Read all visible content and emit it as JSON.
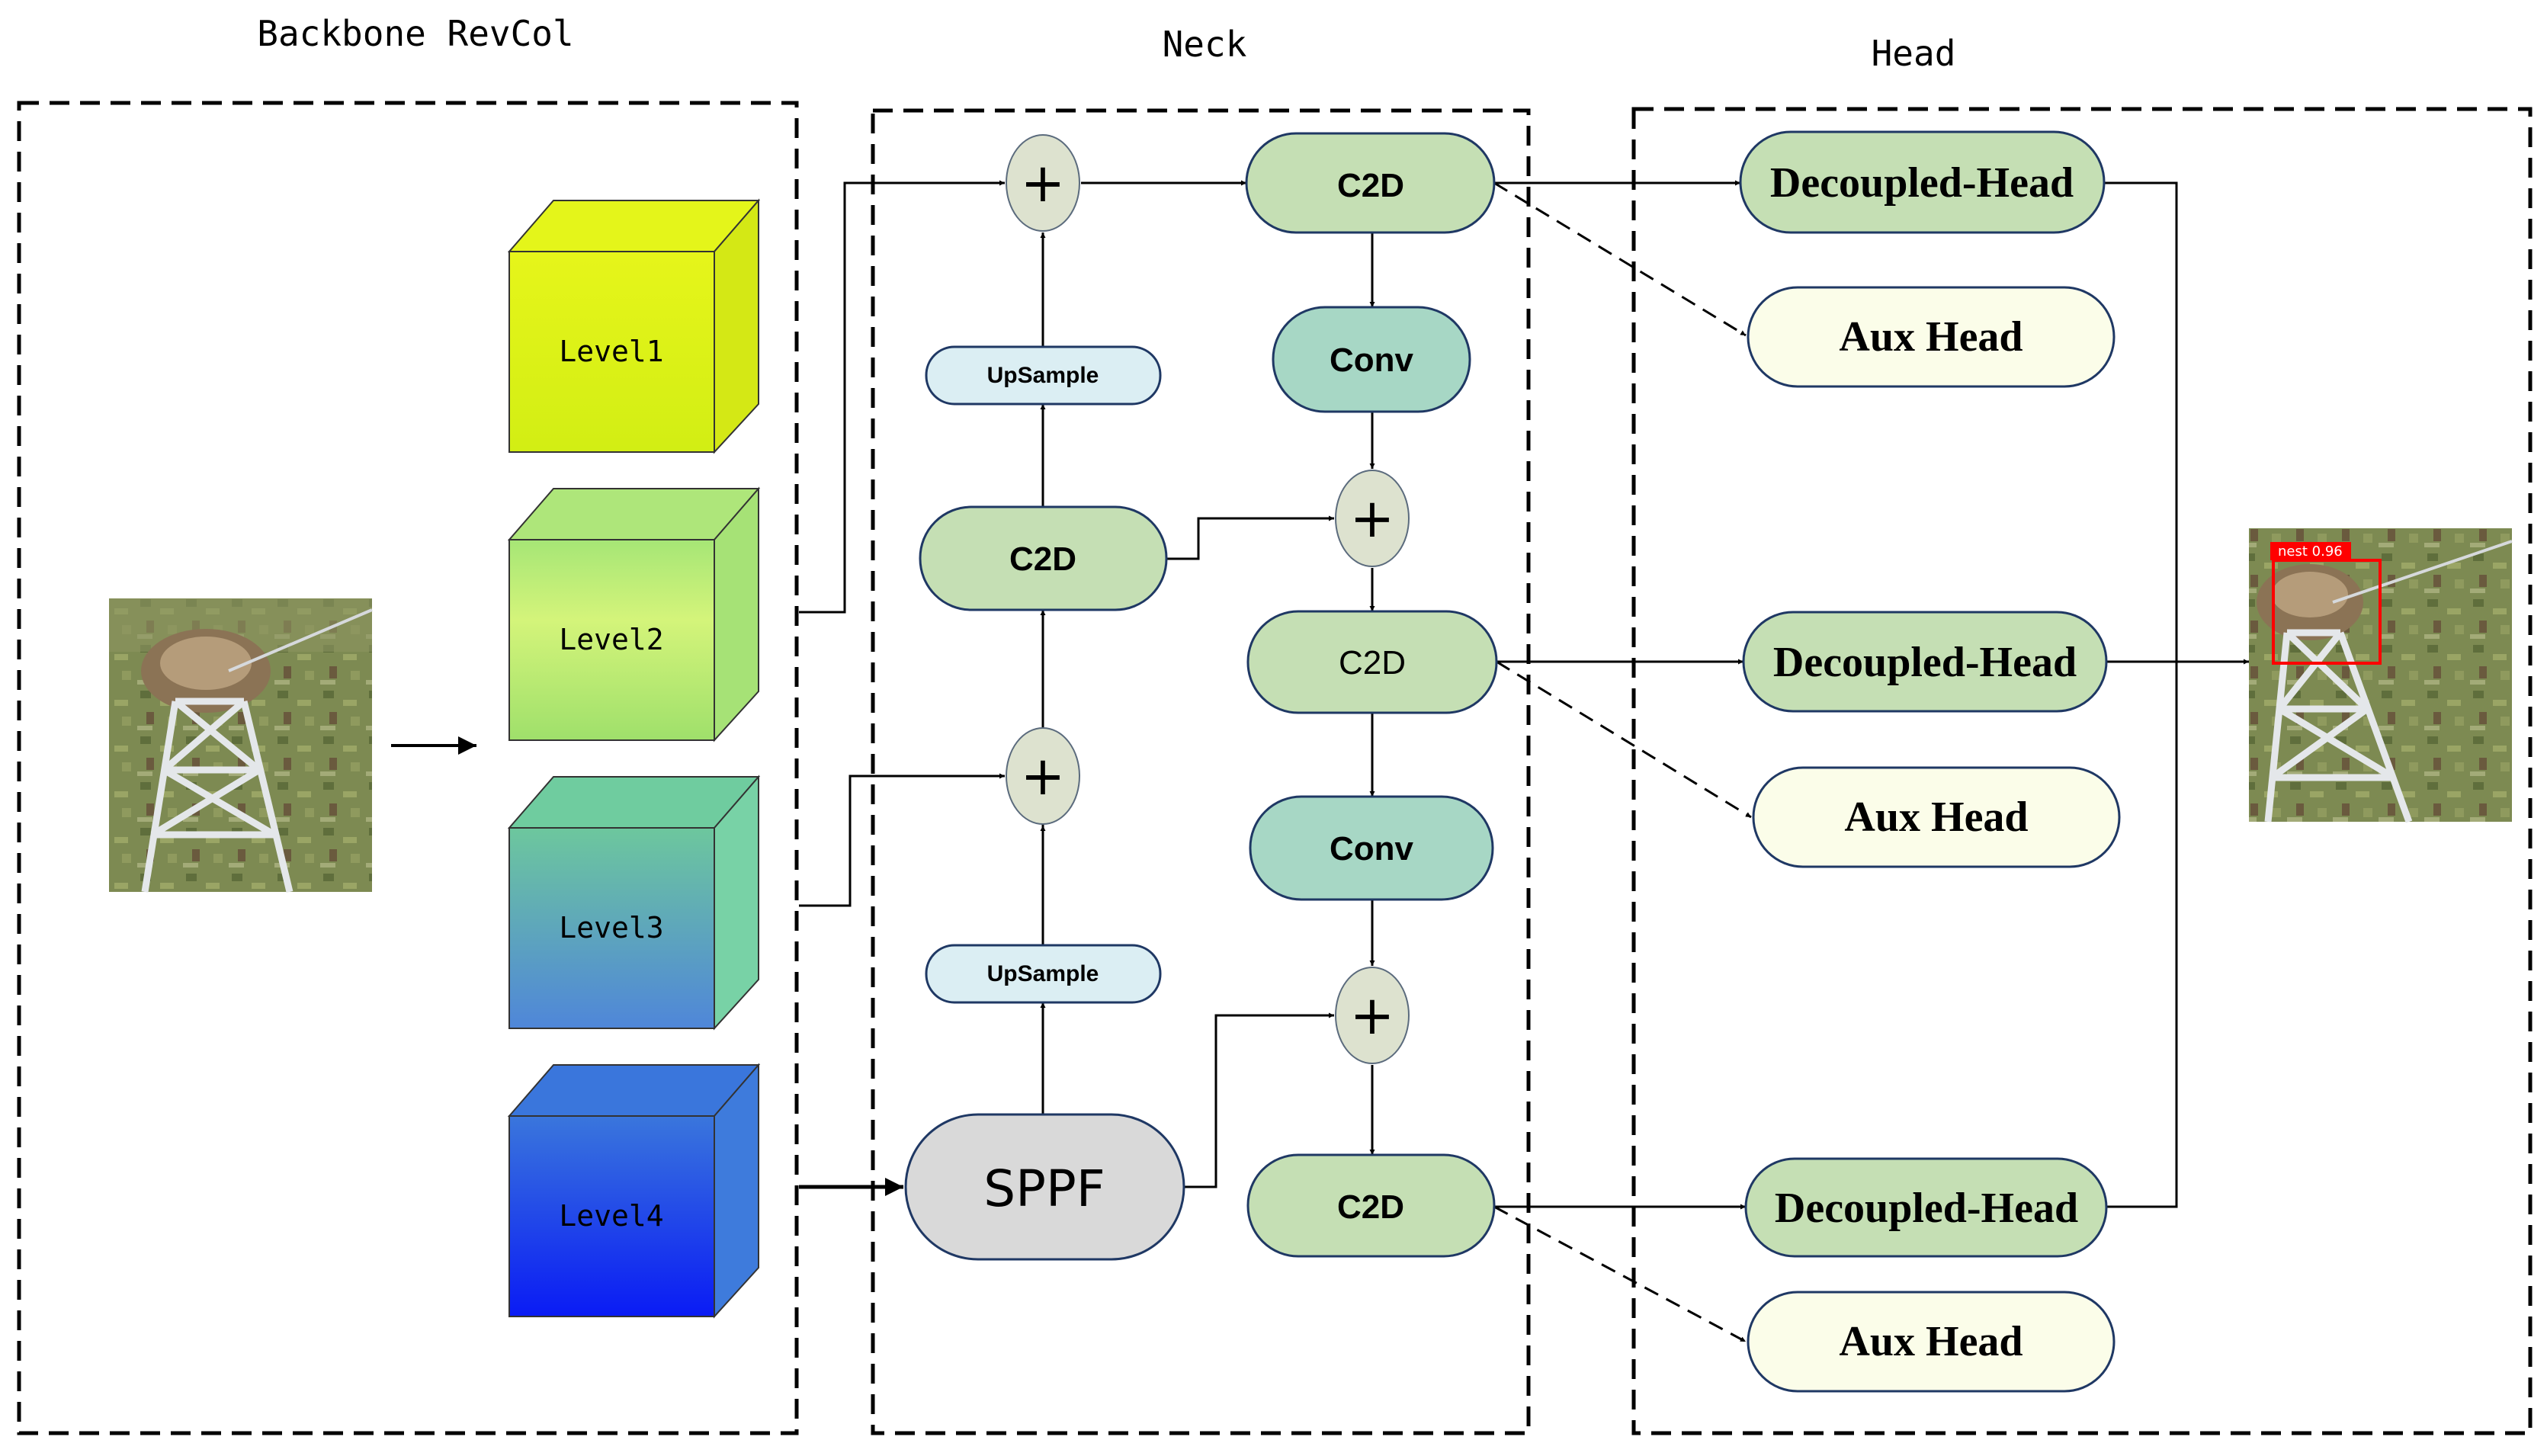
{
  "sections": {
    "backbone": "Backbone RevCol",
    "neck": "Neck",
    "head": "Head"
  },
  "levels": [
    "Level1",
    "Level2",
    "Level3",
    "Level4"
  ],
  "neck": {
    "upsample": "UpSample",
    "c2d": "C2D",
    "conv": "Conv",
    "sppf": "SPPF",
    "plus": "+"
  },
  "head": {
    "decoupled": "Decoupled-Head",
    "aux": "Aux Head"
  },
  "output": {
    "detection_label": "nest 0.96"
  },
  "colors": {
    "green_box": "#c5dfb4",
    "teal_box": "#a7d7c5",
    "upsample_box": "#dbeef3",
    "sppf_box": "#d9d9d9",
    "aux_box": "#fbfde9",
    "plus_circle": "#dde2cf",
    "outline": "#1f3864",
    "detection_box": "#ff0000"
  }
}
